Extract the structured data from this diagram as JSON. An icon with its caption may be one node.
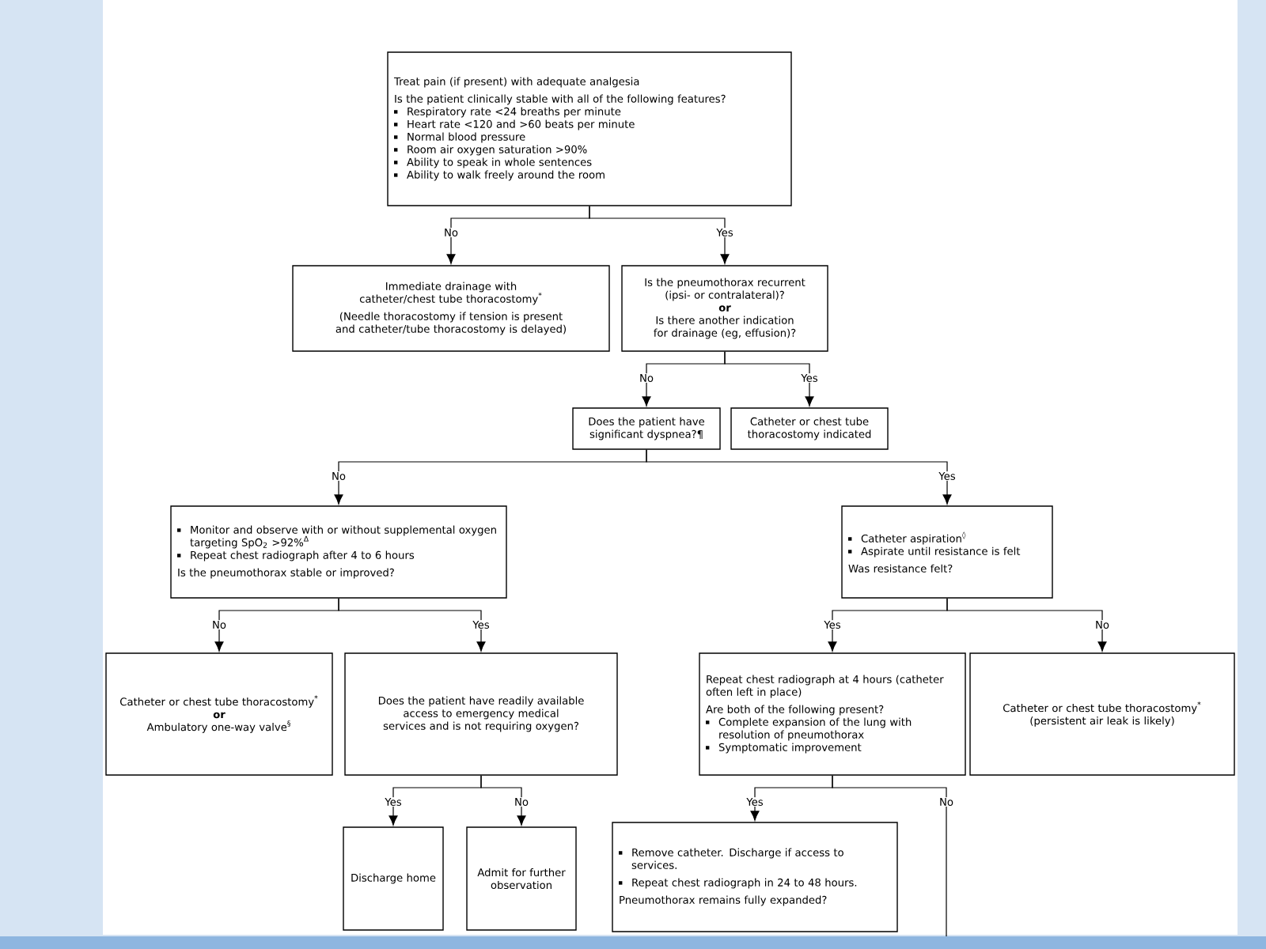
{
  "diagram": {
    "nodes": [
      {
        "text": [
          "Treat pain (if present) with adequate analgesia",
          "Is the patient clinically stable with all of the following features?",
          "Respiratory rate <24 breaths per minute",
          "Heart rate <120 and >60 beats per minute",
          "Normal blood pressure",
          "Room air oxygen saturation >90%",
          "Ability to speak in whole sentences",
          "Ability to walk freely around the room"
        ]
      },
      {
        "text": [
          "Immediate drainage with catheter/chest tube thoracostomy$^{*}$",
          "(Needle thoracostomy if tension is present and catheter/tube thoracostomy is delayed)"
        ]
      },
      {
        "text": [
          "Is the pneumothorax recurrent (ipsi- or contralateral)?",
          "or",
          "Is there another indication for drainage (eg, effusion)?"
        ]
      },
      {
        "text": [
          "Does the patient have significant dyspnea?¶"
        ]
      },
      {
        "text": [
          "Catheter or chest tube thoracostomy indicated"
        ]
      },
      {
        "text": [
          "Monitor and observe with or without supplemental oxygen targeting SpO$_{2}$ >92%$^{Δ}$",
          "Repeat chest radiograph after 4 to 6 hours",
          "Is the pneumothorax stable or improved?"
        ]
      },
      {
        "text": [
          "Catheter aspiration$^{◊}$",
          "Aspirate until resistance is felt",
          "Was resistance felt?"
        ]
      },
      {
        "text": [
          "Catheter or chest tube thoracostomy$^{*}$",
          "or",
          "Ambulatory one-way valve$^{§}$"
        ]
      },
      {
        "text": [
          "Does the patient have readily available access to emergency medical services and is not requiring oxygen?"
        ]
      },
      {
        "text": [
          "Repeat chest radiograph at 4 hours (catheter often left in place)",
          "Are both of the following present?",
          "Complete expansion of the lung with resolution of pneumothorax",
          "Symptomatic improvement"
        ]
      },
      {
        "text": [
          "Catheter or chest tube thoracostomy$^{*}$ (persistent air leak is likely)"
        ]
      },
      {
        "text": [
          "Discharge home"
        ]
      },
      {
        "text": [
          "Admit for further observation"
        ]
      },
      {
        "text": [
          "Remove catheter. Discharge if access to services.",
          "Repeat chest radiograph in 24 to 48 hours.",
          "Pneumothorax remains fully expanded?"
        ]
      }
    ],
    "edges": [
      {
        "from": 0,
        "to": 1,
        "arrow": "to",
        "label": "No"
      },
      {
        "from": 0,
        "to": 2,
        "arrow": "to",
        "label": "Yes"
      },
      {
        "from": 2,
        "to": 3,
        "arrow": "to",
        "label": "No"
      },
      {
        "from": 2,
        "to": 4,
        "arrow": "to",
        "label": "Yes"
      },
      {
        "from": 3,
        "to": 5,
        "arrow": "to",
        "label": "No"
      },
      {
        "from": 3,
        "to": 6,
        "arrow": "to",
        "label": "Yes"
      },
      {
        "from": 5,
        "to": 7,
        "arrow": "to",
        "label": "No"
      },
      {
        "from": 5,
        "to": 8,
        "arrow": "to",
        "label": "Yes"
      },
      {
        "from": 6,
        "to": 9,
        "arrow": "to",
        "label": "Yes"
      },
      {
        "from": 6,
        "to": 10,
        "arrow": "to",
        "label": "No"
      },
      {
        "from": 8,
        "to": 11,
        "arrow": "to",
        "label": "Yes"
      },
      {
        "from": 8,
        "to": 12,
        "arrow": "to",
        "label": "No"
      },
      {
        "from": 9,
        "to": 13,
        "arrow": "to",
        "label": "Yes"
      },
      {
        "from": 9,
        "to": null,
        "arrow": "none",
        "label": "No"
      }
    ]
  }
}
